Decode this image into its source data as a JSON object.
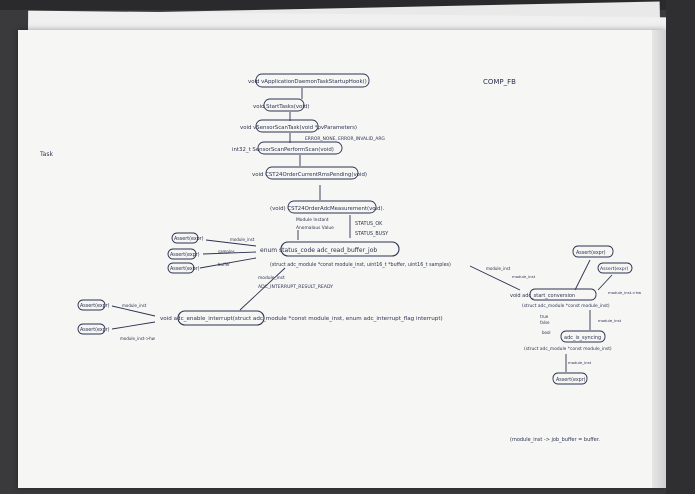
{
  "header": {
    "tag": "COMP_FB",
    "margin_note": "Task"
  },
  "flow": {
    "line1": "void vApplicationDaemonTaskStartupHook()",
    "line2": "void StartTasks(void)",
    "line3": "void vSensorScanTask(void *pvParameters)",
    "note3": "ERROR_NONE, ERROR_INVALID_ARG",
    "line4": "int32_t SensorScanPerformScan(void)",
    "line5": "void CST24OrderCurrentRmsPending(void)",
    "line6": "(void) CST24OrderAdcMeasurement(void).",
    "note6a": "Module Instant",
    "note6b": "Anomalous Value",
    "status_a": "STATUS_OK",
    "status_b": "STATUS_BUSY",
    "line7": "enum status_code adc_read_buffer_job",
    "line7b": "(struct adc_module *const module_inst, uint16_t *buffer, uint16_t samples)",
    "note7a": "module_inst",
    "note7b": "samples",
    "note7c": "buffer",
    "note7d": "module_inst",
    "assert_expr": "Assert(expr)",
    "note8a": "module_inst",
    "note8b": "ADC_INTERRUPT_RESULT_READY",
    "line9": "void adc_enable_interrupt(struct adc_module *const module_inst, enum adc_interrupt_flag interrupt)",
    "note9a": "module_inst",
    "note9b": "module_inst->hw"
  },
  "right": {
    "assert_top": "Assert(expr)",
    "assert_right": "Assert(expr)",
    "note_hw": "module_inst->hw",
    "note_inst": "module_inst",
    "start_fn": "void adc_start_conversion",
    "start_args": "(struct adc_module *const module_inst)",
    "true_label": "true",
    "false_label": "false",
    "bool_label": "bool",
    "inst2": "module_inst",
    "syncing_fn": "adc_is_syncing",
    "syncing_args": "(struct adc_module *const module_inst)",
    "inst3": "module_inst",
    "assert_bottom": "Assert(expr)"
  },
  "footer": {
    "note": "(module_inst -> job_buffer = buffer."
  }
}
